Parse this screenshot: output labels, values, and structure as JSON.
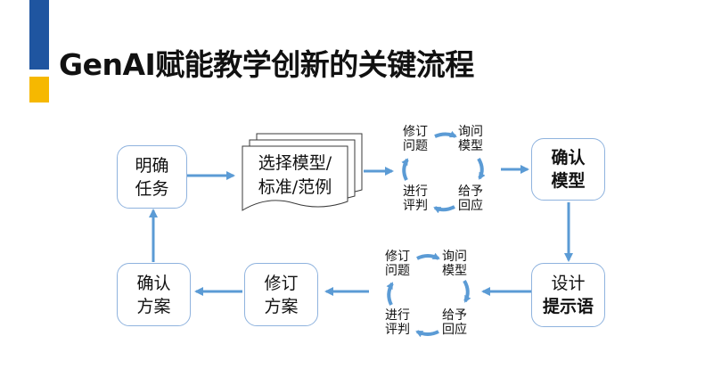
{
  "slide": {
    "title": "GenAI赋能教学创新的关键流程"
  },
  "nodes": {
    "clarify_task": [
      "明确",
      "任务"
    ],
    "select_model": [
      "选择模型/",
      "标准/范例"
    ],
    "confirm_model": [
      "确认",
      "模型"
    ],
    "design_prompt": [
      "设计",
      "提示语"
    ],
    "revise_plan": [
      "修订",
      "方案"
    ],
    "confirm_plan": [
      "确认",
      "方案"
    ]
  },
  "cycle_top": {
    "revise": [
      "修订",
      "问题"
    ],
    "ask": [
      "询问",
      "模型"
    ],
    "respond": [
      "给予",
      "回应"
    ],
    "evaluate": [
      "进行",
      "评判"
    ]
  },
  "cycle_bottom": {
    "revise": [
      "修订",
      "问题"
    ],
    "ask": [
      "询问",
      "模型"
    ],
    "respond": [
      "给予",
      "回应"
    ],
    "evaluate": [
      "进行",
      "评判"
    ]
  },
  "colors": {
    "accent_blue": "#1f55a0",
    "accent_yellow": "#f6b800",
    "arrow": "#5b9bd5",
    "node_border": "#8fb3de"
  }
}
